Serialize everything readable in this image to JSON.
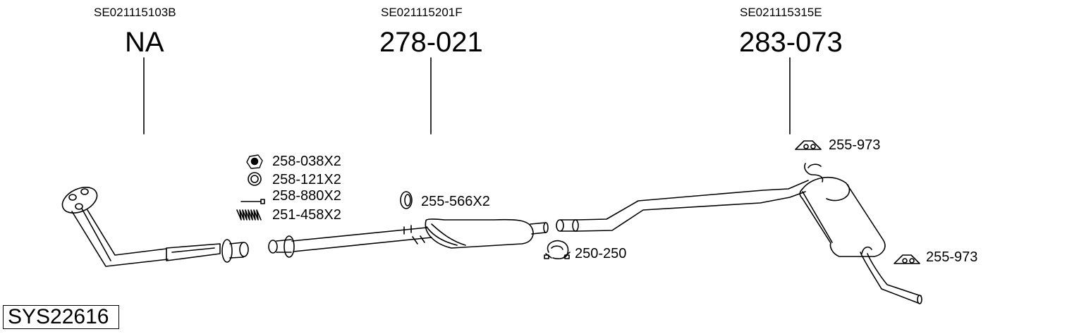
{
  "system_code": "SYS22616",
  "sections": [
    {
      "oe_code": "SE021115103B",
      "part_no": "NA"
    },
    {
      "oe_code": "SE021115201F",
      "part_no": "278-021"
    },
    {
      "oe_code": "SE021115315E",
      "part_no": "283-073"
    }
  ],
  "parts": {
    "nut": "258-038X2",
    "ring": "258-121X2",
    "bolt": "258-880X2",
    "spring": "251-458X2",
    "gasket": "255-566X2",
    "clamp": "250-250",
    "hanger_top": "255-973",
    "hanger_bottom": "255-973"
  },
  "colors": {
    "line": "#000000",
    "background": "#ffffff"
  }
}
